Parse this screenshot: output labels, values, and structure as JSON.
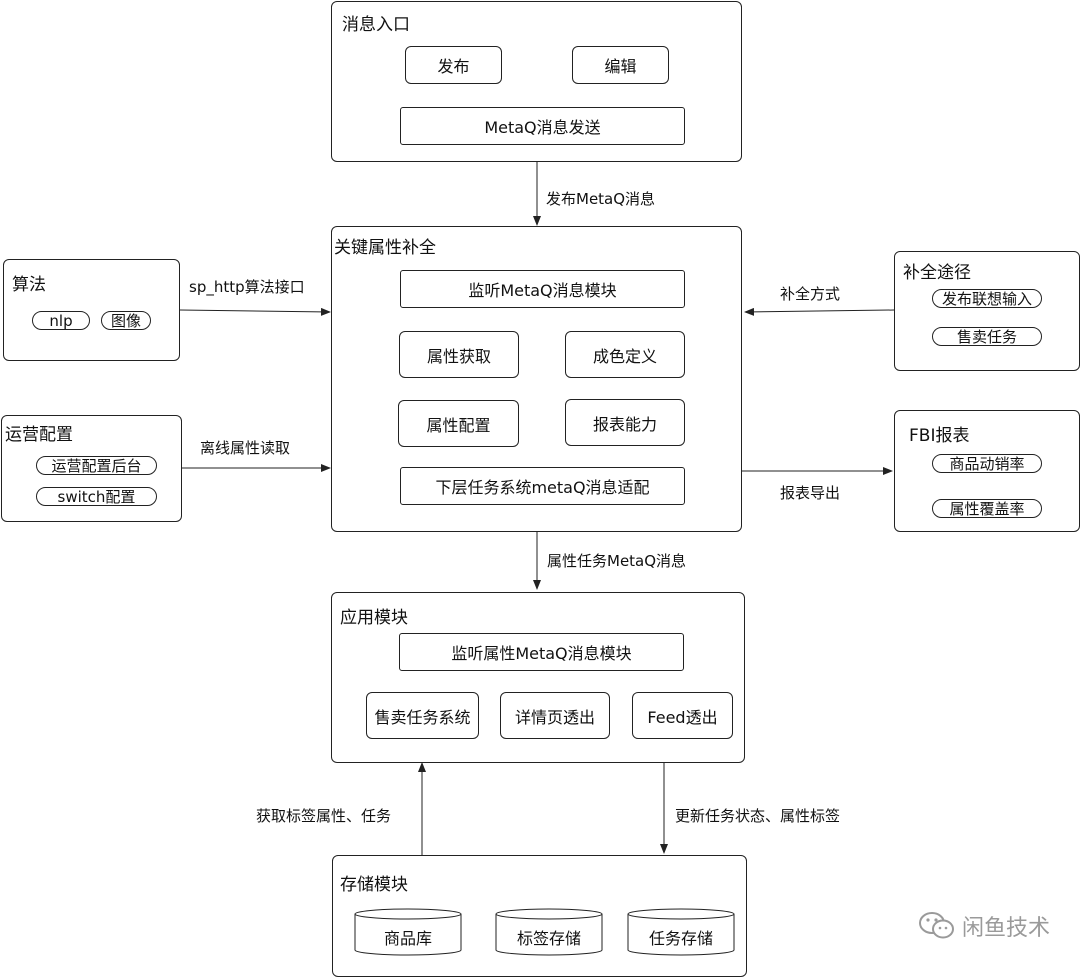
{
  "message_entry": {
    "title": "消息入口",
    "publish": "发布",
    "edit": "编辑",
    "metaq_send": "MetaQ消息发送"
  },
  "edges": {
    "publish_metaq": "发布MetaQ消息",
    "sp_http": "sp_http算法接口",
    "offline_read": "离线属性读取",
    "complete_method": "补全方式",
    "report_export": "报表导出",
    "attr_task_metaq": "属性任务MetaQ消息",
    "get_tags_tasks": "获取标签属性、任务",
    "update_status": "更新任务状态、属性标签"
  },
  "core": {
    "title": "关键属性补全",
    "listen_metaq": "监听MetaQ消息模块",
    "attr_fetch": "属性获取",
    "color_def": "成色定义",
    "attr_config": "属性配置",
    "report_ability": "报表能力",
    "lower_task_adapt": "下层任务系统metaQ消息适配"
  },
  "algo": {
    "title": "算法",
    "nlp": "nlp",
    "image": "图像"
  },
  "ops": {
    "title": "运营配置",
    "backend": "运营配置后台",
    "switch": "switch配置"
  },
  "completion": {
    "title": "补全途径",
    "assoc_input": "发布联想输入",
    "sell_task": "售卖任务"
  },
  "fbi": {
    "title": "FBI报表",
    "sell_rate": "商品动销率",
    "attr_cover": "属性覆盖率"
  },
  "app": {
    "title": "应用模块",
    "listen_attr_metaq": "监听属性MetaQ消息模块",
    "sell_task_system": "售卖任务系统",
    "detail_page": "详情页透出",
    "feed": "Feed透出"
  },
  "storage": {
    "title": "存储模块",
    "goods_db": "商品库",
    "tag_store": "标签存储",
    "task_store": "任务存储"
  },
  "watermark": {
    "text": "闲鱼技术",
    "icon": "wechat-icon"
  }
}
